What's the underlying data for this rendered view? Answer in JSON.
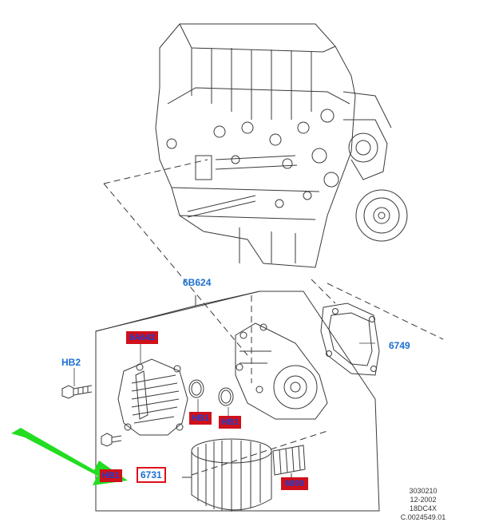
{
  "callouts": {
    "assembly": "6B624",
    "gasket": "6749",
    "bolt": "HB2",
    "filter": "6731"
  },
  "tags": {
    "cooler": "6A642",
    "seal_left": "HB1",
    "seal_right": "HB1",
    "bolt_lower": "HB1",
    "nipple": "6890"
  },
  "meta": {
    "line1": "3030210",
    "line2": "12-2002",
    "line3": "18DC4X",
    "line4": "C.0024549.01"
  },
  "colors": {
    "callout_text": "#1a6fd0",
    "tag_fill": "#d0101b",
    "arrow": "#22dd22",
    "outline": "#333333"
  }
}
